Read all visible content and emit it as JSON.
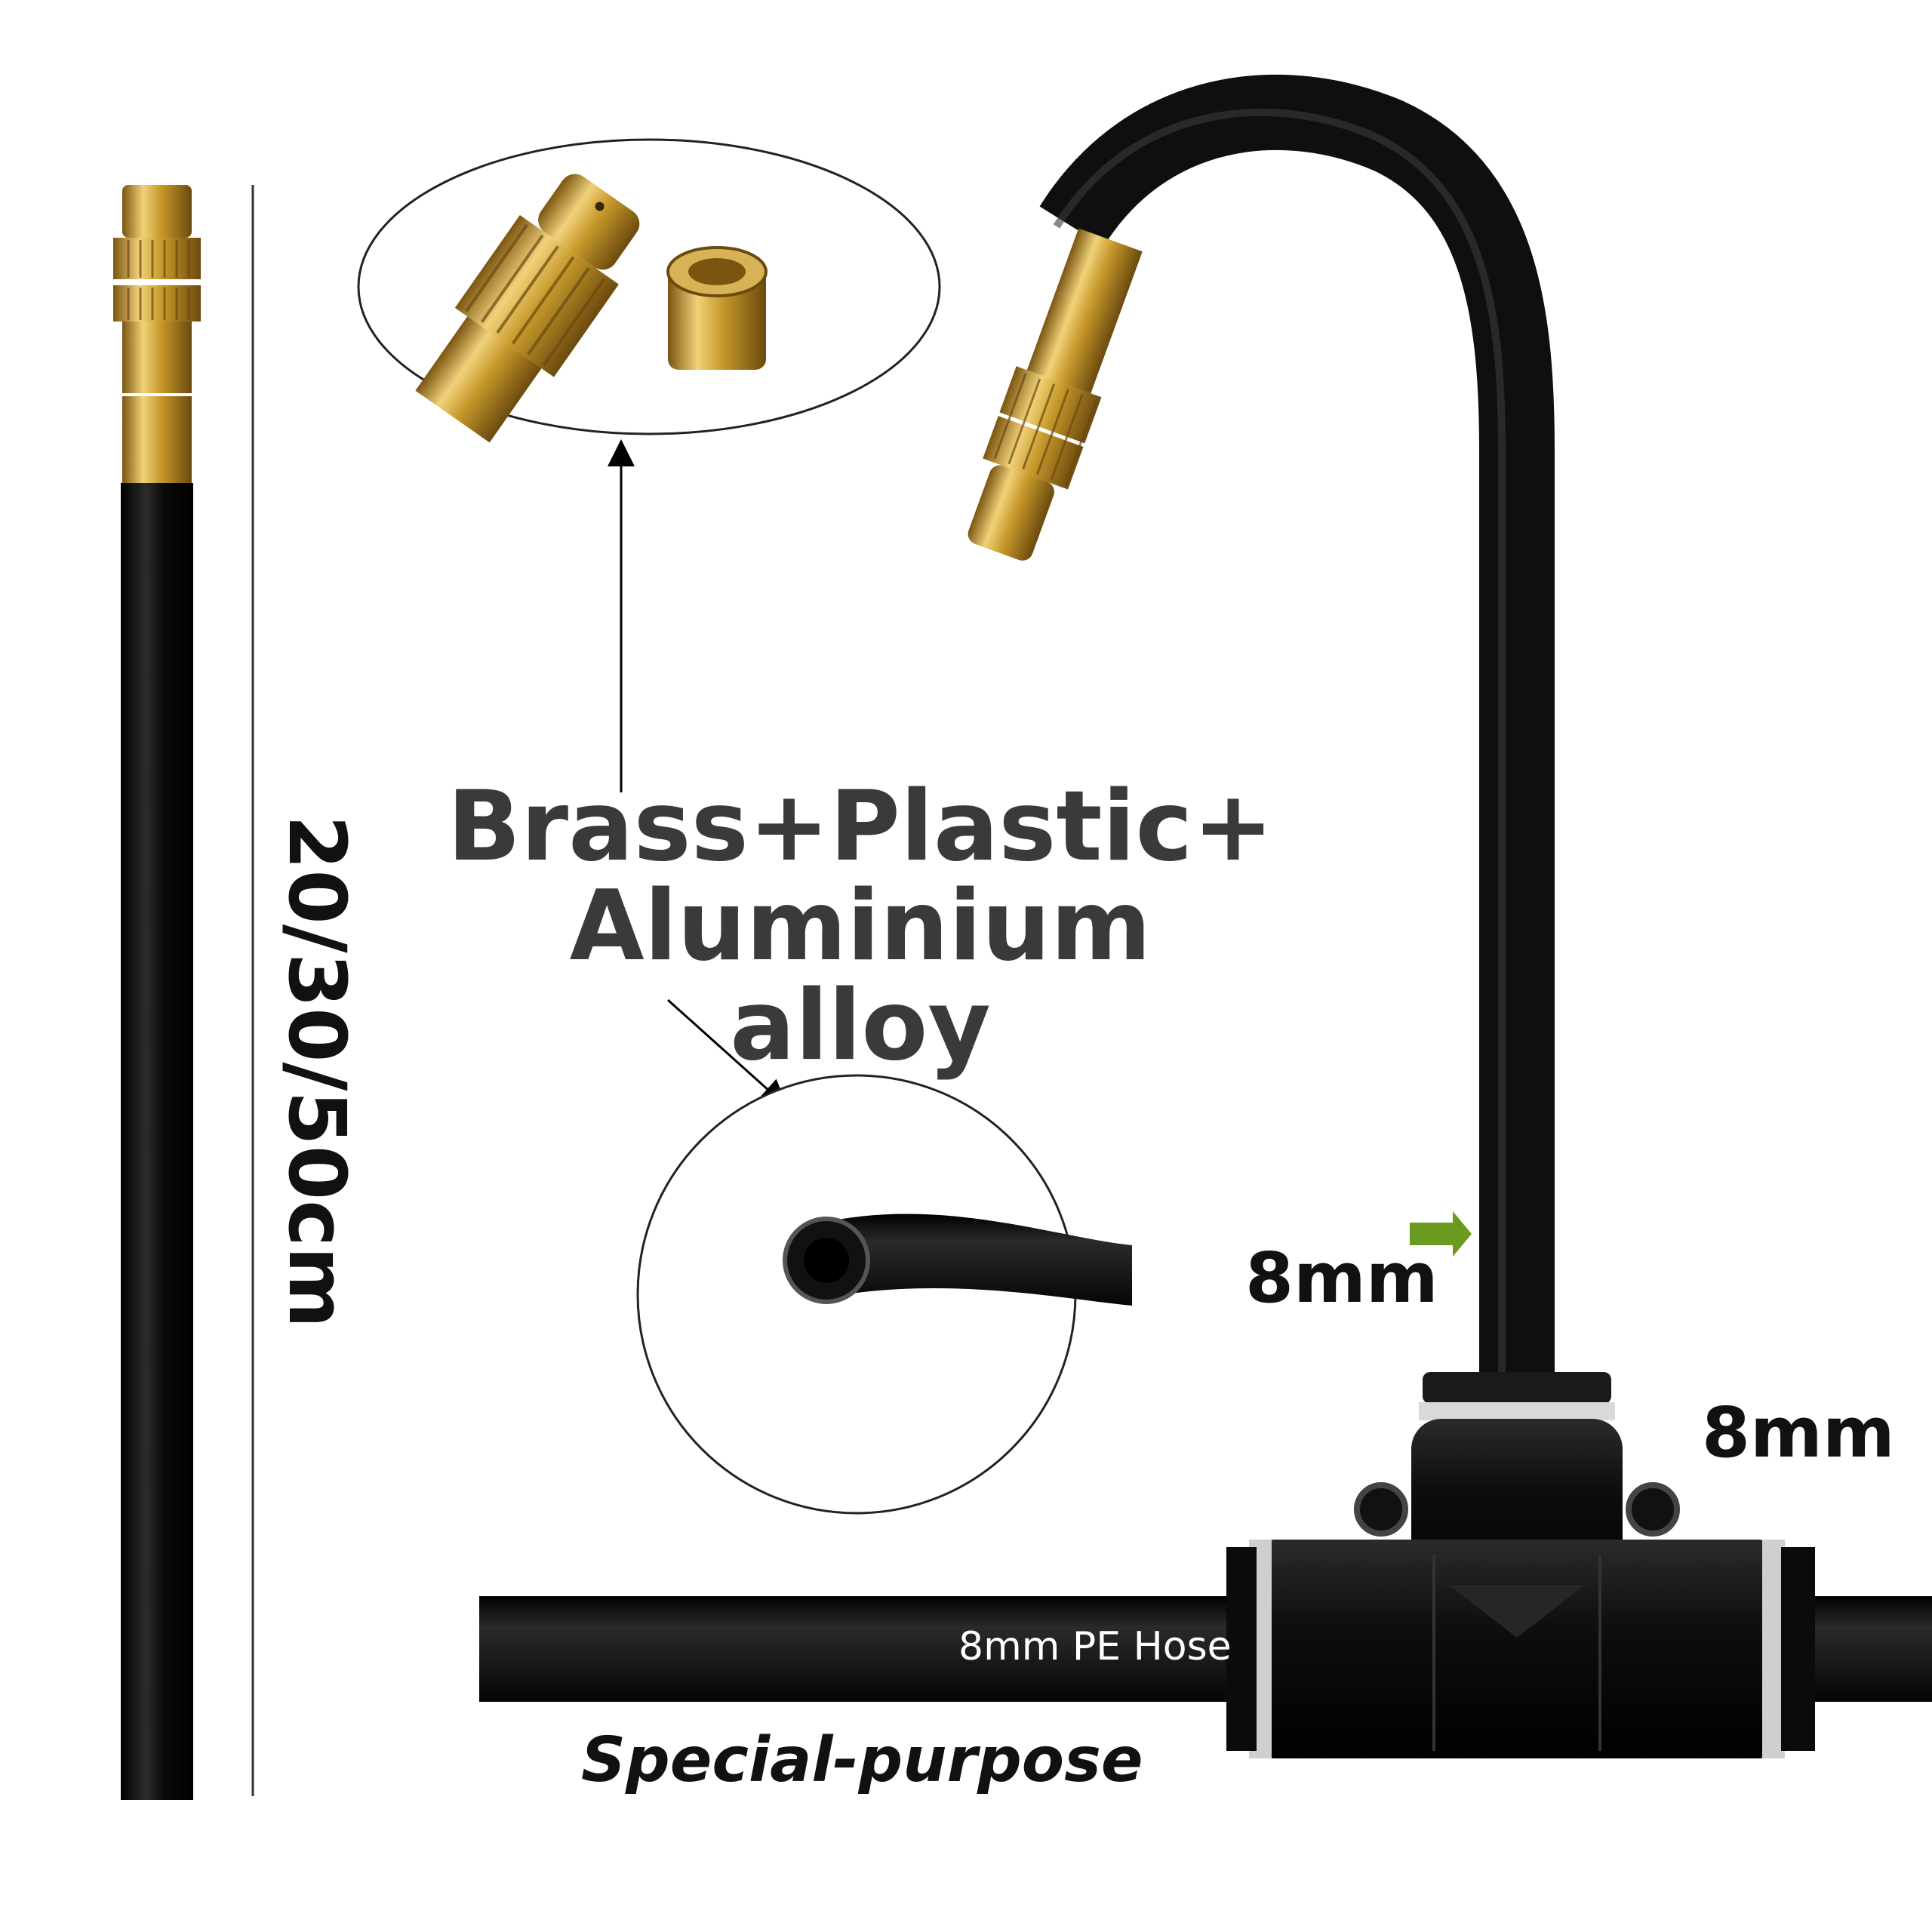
{
  "headline": {
    "line1": "Brass+Plastic+",
    "line2": "Aluminium alloy"
  },
  "length_label": "20/30/50cm",
  "size_label_vertical": "8mm",
  "size_label_horizontal": "8mm",
  "hose_label": "8mm PE Hose",
  "purpose_label": "Special-purpose",
  "colors": {
    "background": "#ffffff",
    "hose": "#0d0d0d",
    "brass": "#c89a2c",
    "headline_text": "#3a3a3a",
    "arrow_accent": "#6a9a1e"
  }
}
